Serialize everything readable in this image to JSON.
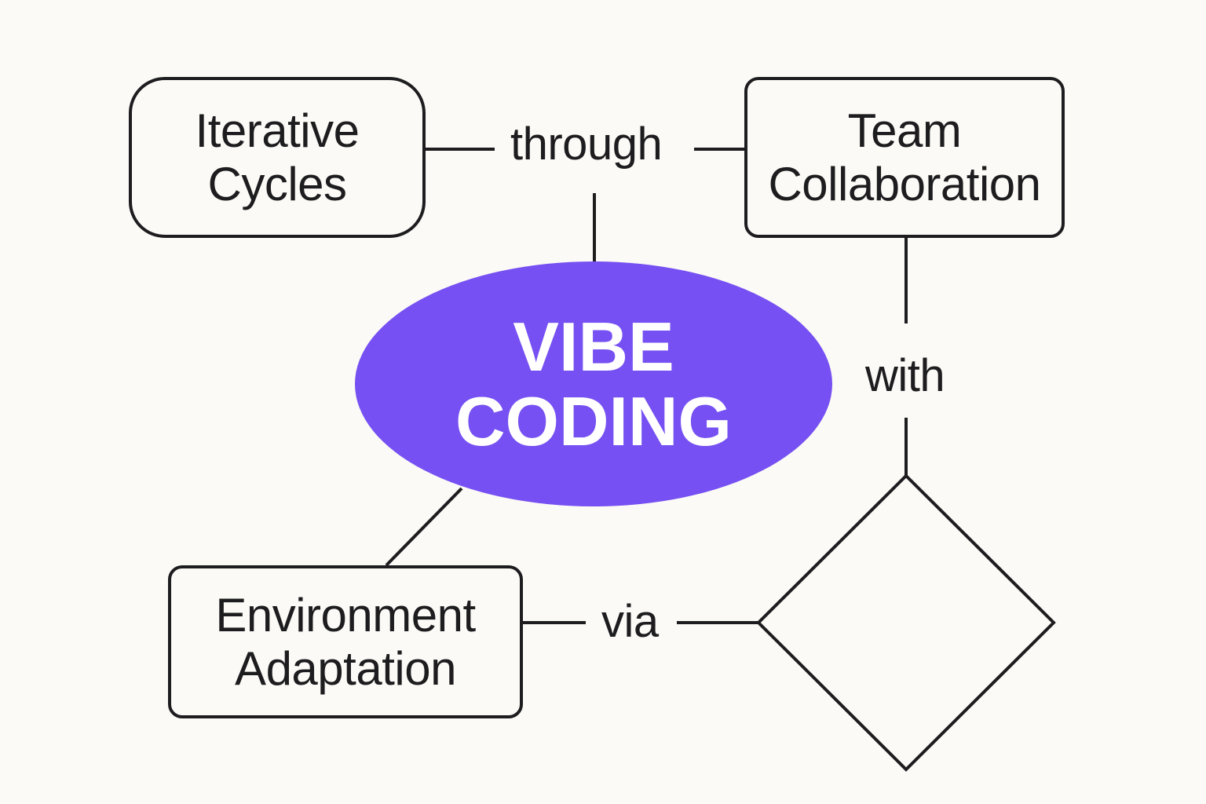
{
  "colors": {
    "background": "#fbfaf6",
    "ink": "#1d1d1f",
    "hub_fill": "#7650f2",
    "hub_text": "#ffffff"
  },
  "hub": {
    "line1": "VIBE",
    "line2": "CODING",
    "shape": "ellipse"
  },
  "nodes": {
    "iterative_cycles": {
      "line1": "Iterative",
      "line2": "Cycles",
      "shape": "rounded-rectangle"
    },
    "team_collaboration": {
      "line1": "Team",
      "line2": "Collaboration",
      "shape": "rectangle"
    },
    "environment_adaptation": {
      "line1": "Environment",
      "line2": "Adaptation",
      "shape": "rectangle"
    },
    "decision": {
      "shape": "diamond"
    }
  },
  "edge_labels": {
    "through": "through",
    "with": "with",
    "via": "via"
  }
}
